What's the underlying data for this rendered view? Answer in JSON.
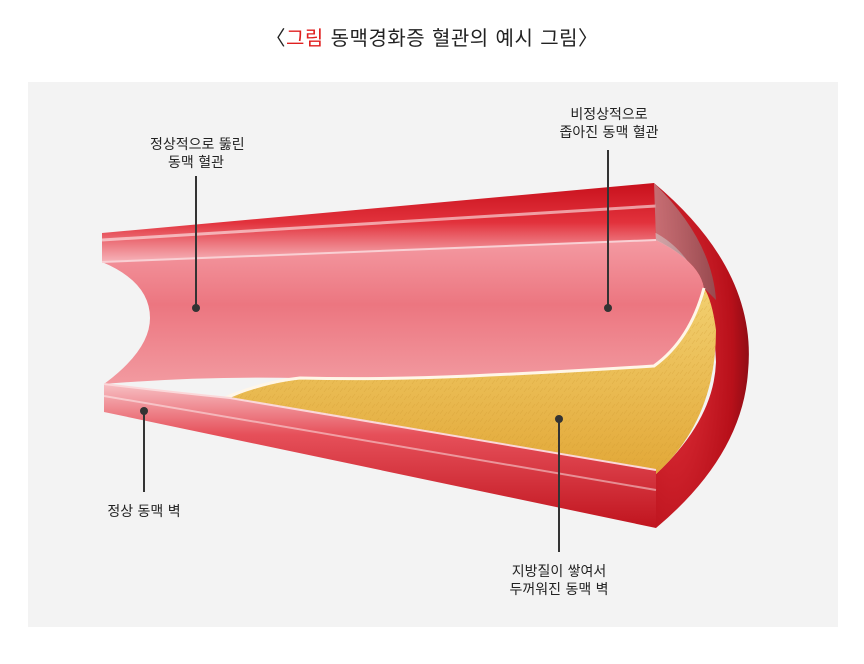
{
  "title": {
    "bracket_open": "〈",
    "keyword": "그림",
    "text": " 동맥경화증 혈관의 예시 그림",
    "bracket_close": "〉"
  },
  "labels": {
    "normal_lumen": [
      "정상적으로 뚫린",
      "동맥 혈관"
    ],
    "narrowed_lumen": [
      "비정상적으로",
      "좁아진 동맥 혈관"
    ],
    "normal_wall": [
      "정상 동맥 벽"
    ],
    "thickened_wall": [
      "지방질이 쌓여서",
      "두꺼워진 동맥 벽"
    ]
  },
  "colors": {
    "keyword": "#e02020",
    "vessel_red": "#d0202a",
    "lumen_pink": "#ee7d86",
    "plaque_yellow": "#e4b23e",
    "panel_bg": "#f3f3f3"
  }
}
